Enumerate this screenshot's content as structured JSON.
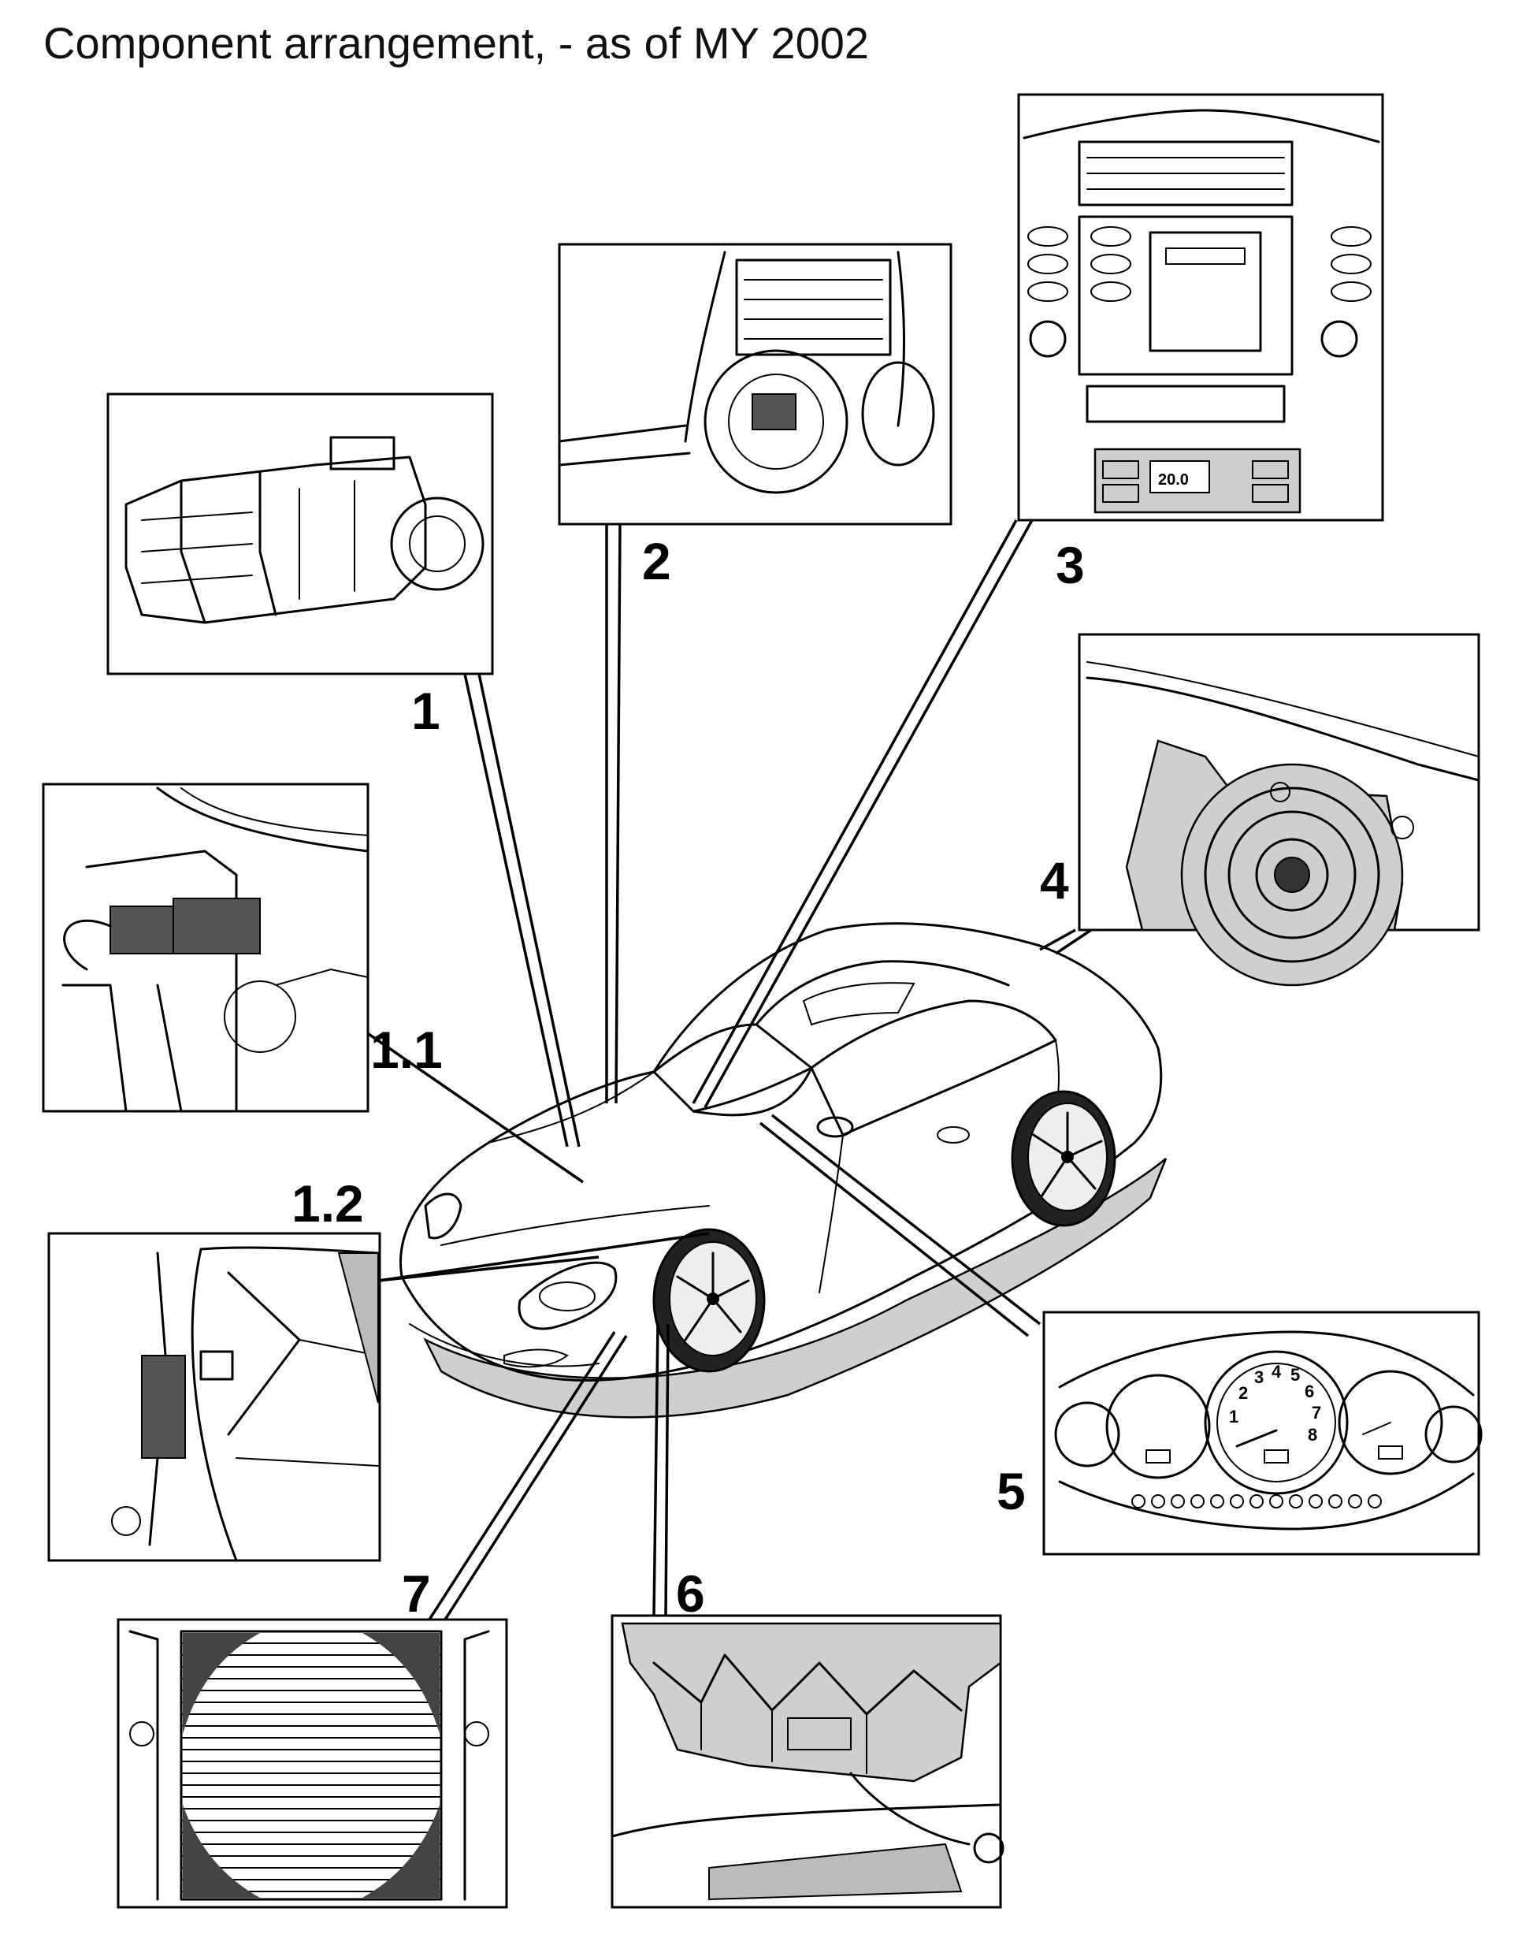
{
  "title": "Component arrangement, - as of MY 2002",
  "callouts": {
    "c1": "1",
    "c1_1": "1.1",
    "c1_2": "1.2",
    "c2": "2",
    "c3": "3",
    "c4": "4",
    "c5": "5",
    "c6": "6",
    "c7": "7"
  },
  "gauge_digits": [
    "1",
    "2",
    "3",
    "4",
    "5",
    "6",
    "7",
    "8"
  ],
  "display_text": "20.0"
}
